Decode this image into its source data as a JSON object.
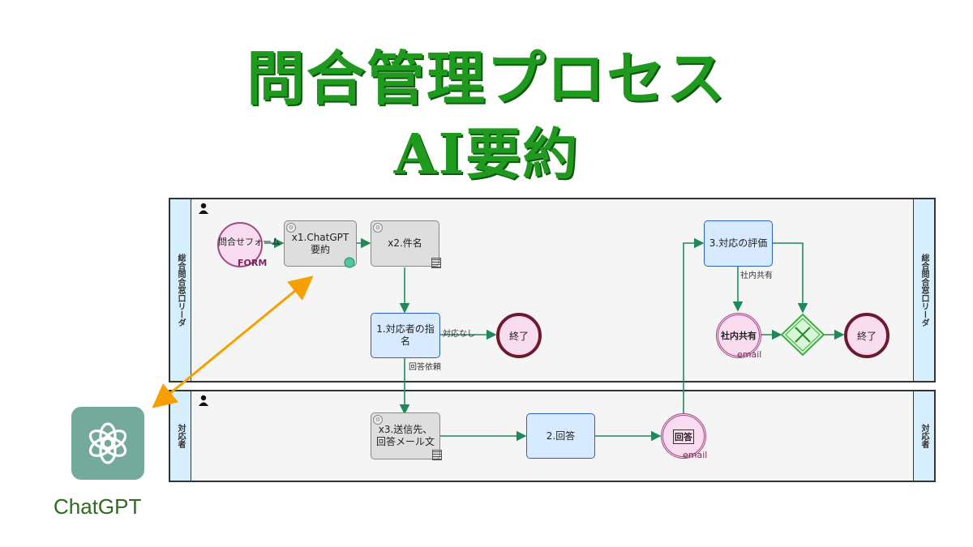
{
  "title": {
    "line1": "問合管理プロセス",
    "line2": "AI要約"
  },
  "lanes": [
    {
      "label": "総合問合窓口リーダ"
    },
    {
      "label": "対応者"
    }
  ],
  "tasks": {
    "t_x1": "x1.ChatGPT要約",
    "t_x2": "x2.件名",
    "t_1": "1.対応者の指名",
    "t_x3": "x3.送信先、回答メール文",
    "t_2": "2.回答",
    "t_3": "3.対応の評価"
  },
  "events": {
    "start_text": "問合せフォーム",
    "start_badge": "FORM",
    "end1": "終了",
    "end2": "終了",
    "share_text": "社内共有",
    "share_badge": "email",
    "reply_text": "回答",
    "reply_badge": "email"
  },
  "flow_labels": {
    "no_action": "対応なし",
    "reply_request": "回答依頼",
    "internal_share": "社内共有"
  },
  "chatgpt": {
    "label": "ChatGPT",
    "icon": "openai-logo-icon"
  },
  "colors": {
    "title": "#1f9a1f",
    "flow": "#1e8a5a",
    "arrow_orange": "#f5a000",
    "task_blue_border": "#2c5fbf",
    "lane_label_bg": "#d6efff"
  }
}
